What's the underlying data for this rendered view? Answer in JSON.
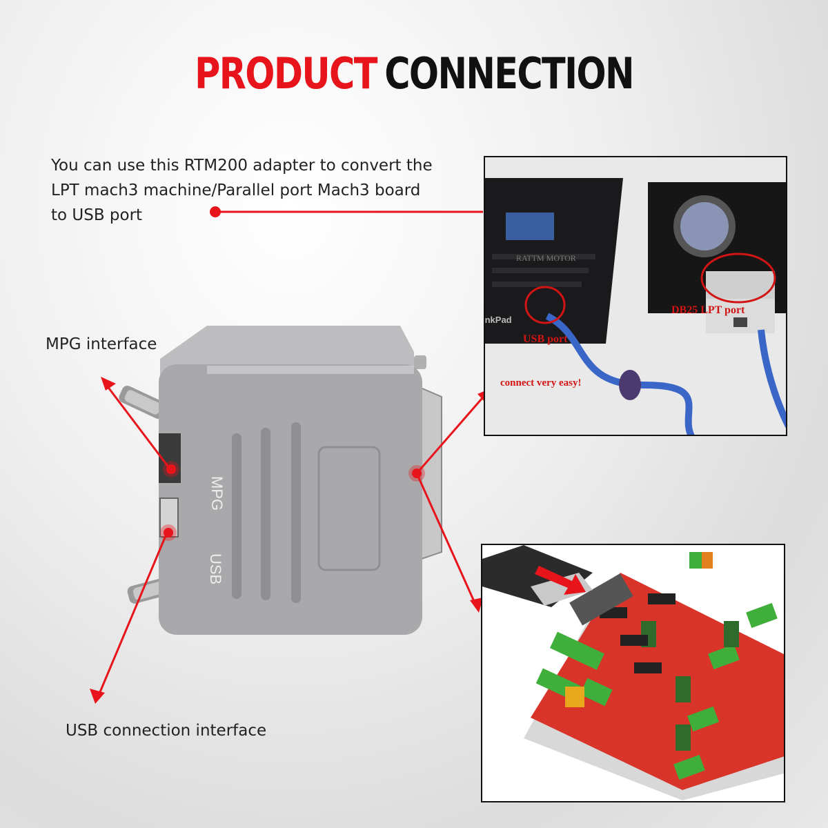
{
  "title": {
    "part1": "PRODUCT",
    "part2": "CONNECTION"
  },
  "description": "You can use this RTM200 adapter to convert the LPT mach3 machine/Parallel port Mach3 board to USB port",
  "labels": {
    "mpg_interface": "MPG interface",
    "usb_interface": "USB connection interface"
  },
  "device": {
    "mpg_text": "MPG",
    "usb_text": "USB"
  },
  "photo_top": {
    "usb_port": "USB port",
    "db25_port": "DB25 LPT port",
    "easy": "connect very easy!",
    "watermark": "RATTM MOTOR",
    "laptop_brand": "inkPad"
  },
  "colors": {
    "accent": "#e8141b",
    "device": "#a9a9ab",
    "board": "#d8342a"
  }
}
